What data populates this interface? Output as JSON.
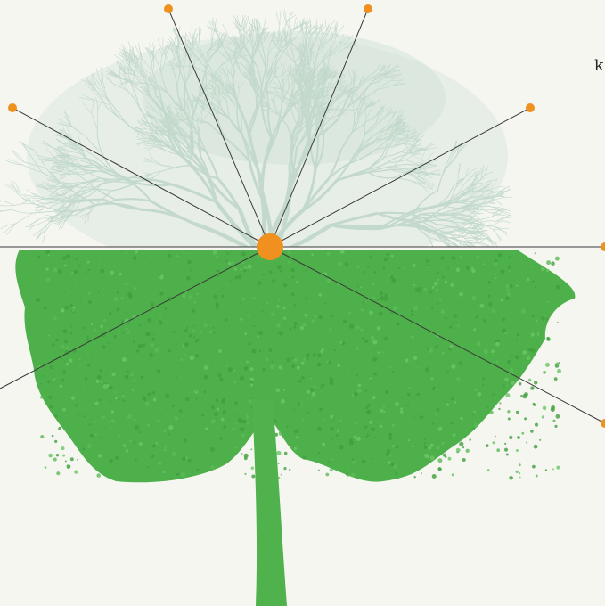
{
  "diagram": {
    "kind": "radial-tree-diagram",
    "hub_marker": "hub-dot",
    "spoke_marker": "endpoint-dot",
    "spoke_count": 9,
    "edge_text": "k"
  },
  "colors": {
    "background": "#f6f6f1",
    "spoke_line": "#3a3a3a",
    "accent_orange": "#f0901e",
    "canopy_upper_bare": "#c9ddd2",
    "canopy_lower_leafy": "#4db04a",
    "trunk": "#4fb24c"
  }
}
